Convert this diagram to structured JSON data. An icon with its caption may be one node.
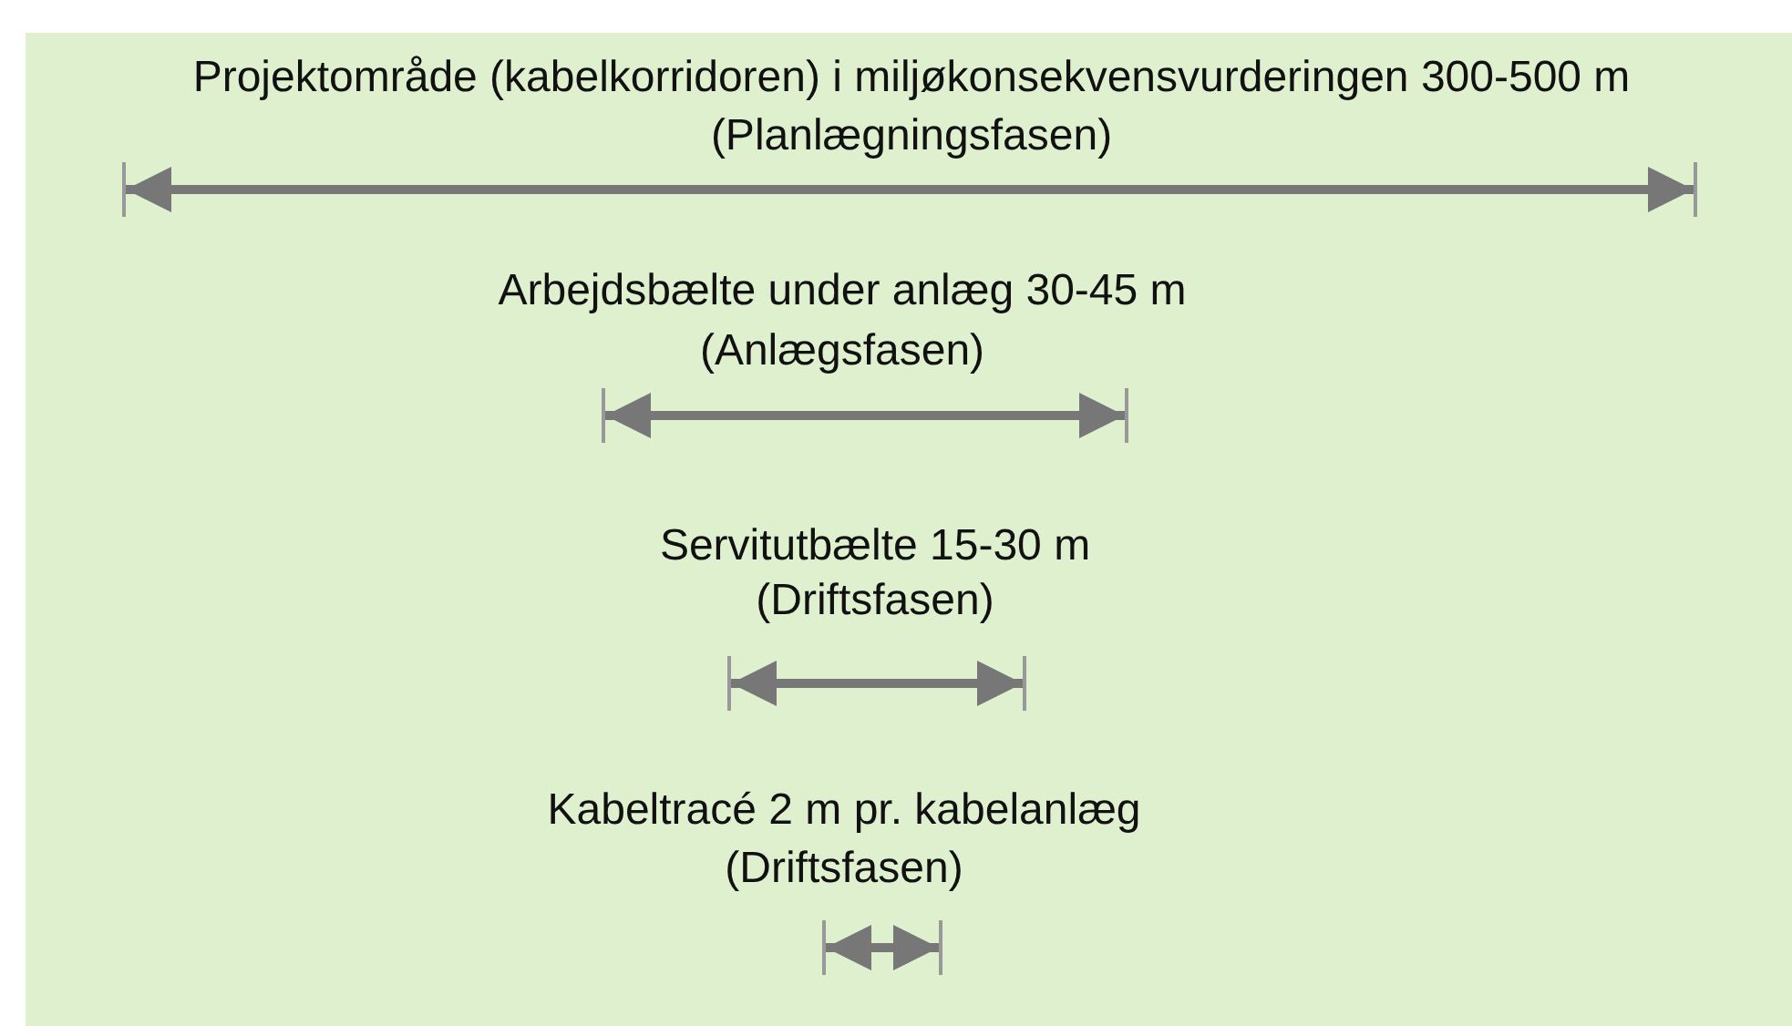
{
  "diagram": {
    "labels": [
      "Projektområde (kabelkorridoren) i miljøkonsekvensvurderingen 300-500 m",
      "(Planlægningsfasen)",
      "Arbejdsbælte under anlæg 30-45 m",
      "(Anlægsfasen)",
      "Servitutbælte 15-30 m",
      "(Driftsfasen)",
      "Kabeltracé 2 m pr. kabelanlæg",
      "(Driftsfasen)"
    ]
  }
}
